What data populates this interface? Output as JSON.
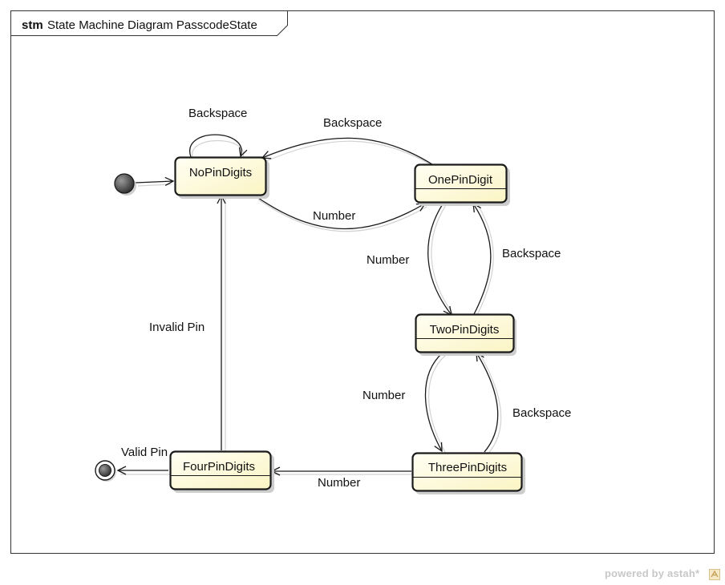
{
  "frame": {
    "keyword": "stm",
    "title": "State Machine Diagram PasscodeState"
  },
  "states": {
    "no_pin": "NoPinDigits",
    "one_pin": "OnePinDigit",
    "two_pin": "TwoPinDigits",
    "three_pin": "ThreePinDigits",
    "four_pin": "FourPinDigits"
  },
  "transitions": {
    "no_self_backspace": "Backspace",
    "one_to_no_backspace": "Backspace",
    "no_to_one_number": "Number",
    "one_to_two_number": "Number",
    "two_to_one_backspace": "Backspace",
    "two_to_three_number": "Number",
    "three_to_two_backspace": "Backspace",
    "three_to_four_number": "Number",
    "four_to_no_invalid": "Invalid Pin",
    "four_to_final_valid": "Valid Pin"
  },
  "watermark": {
    "text": "powered by astah*"
  },
  "colors": {
    "state_fill_start": "#fffff2",
    "state_fill_end": "#fbf5c9",
    "line": "#1a1a1a",
    "shadow": "#cfcfcf"
  }
}
